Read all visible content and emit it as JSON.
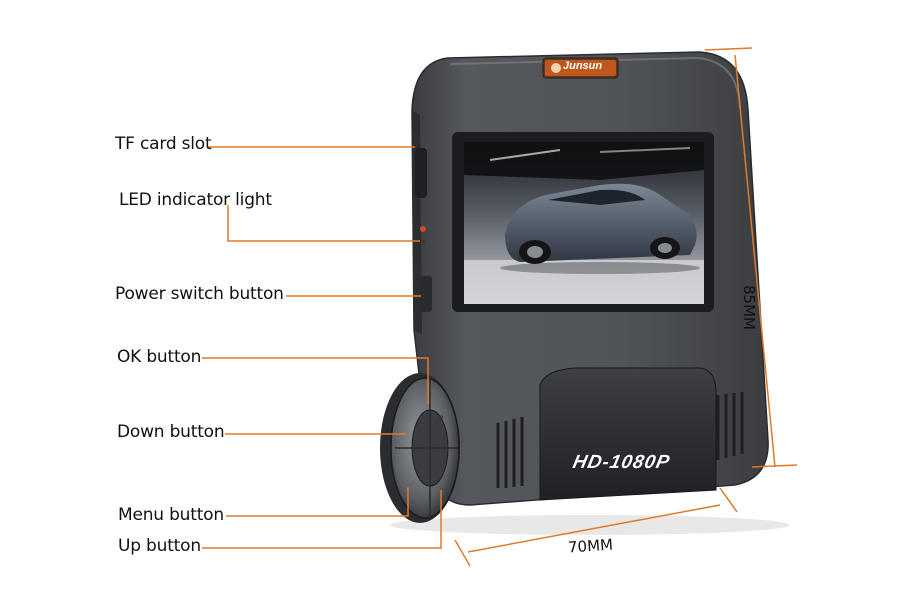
{
  "brand": {
    "name": "Junsun",
    "model_badge": "HD-1080P"
  },
  "callouts": [
    {
      "id": "tf-card-slot",
      "label": "TF card slot"
    },
    {
      "id": "led-indicator",
      "label": "LED indicator light"
    },
    {
      "id": "power-switch",
      "label": "Power switch button"
    },
    {
      "id": "ok-button",
      "label": "OK button"
    },
    {
      "id": "down-button",
      "label": "Down button"
    },
    {
      "id": "menu-button",
      "label": "Menu button"
    },
    {
      "id": "up-button",
      "label": "Up button"
    }
  ],
  "dimensions": {
    "height": "85MM",
    "width": "70MM"
  },
  "colors": {
    "leader_line": "#e07a2a",
    "body": "#4a4d52",
    "body_dark": "#2c2e31"
  }
}
